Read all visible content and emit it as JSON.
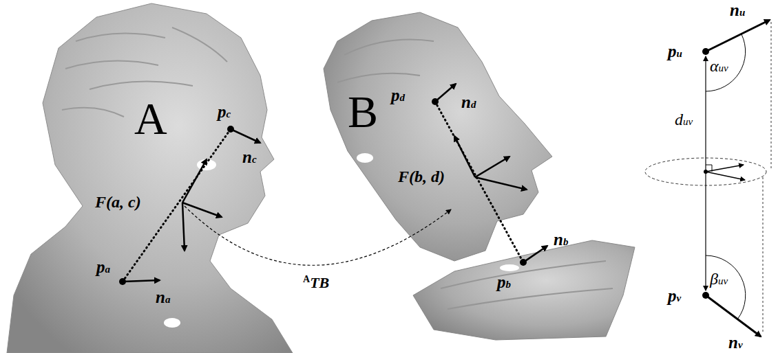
{
  "diagram": {
    "labels": [
      "A",
      "pc",
      "nc",
      "F(a, c)",
      "pa",
      "na",
      "ATB",
      "B",
      "pd",
      "nd",
      "F(b, d)",
      "pb",
      "nb",
      "nu",
      "pu",
      "αuv",
      "duv",
      "βuv",
      "pv",
      "nv"
    ]
  }
}
